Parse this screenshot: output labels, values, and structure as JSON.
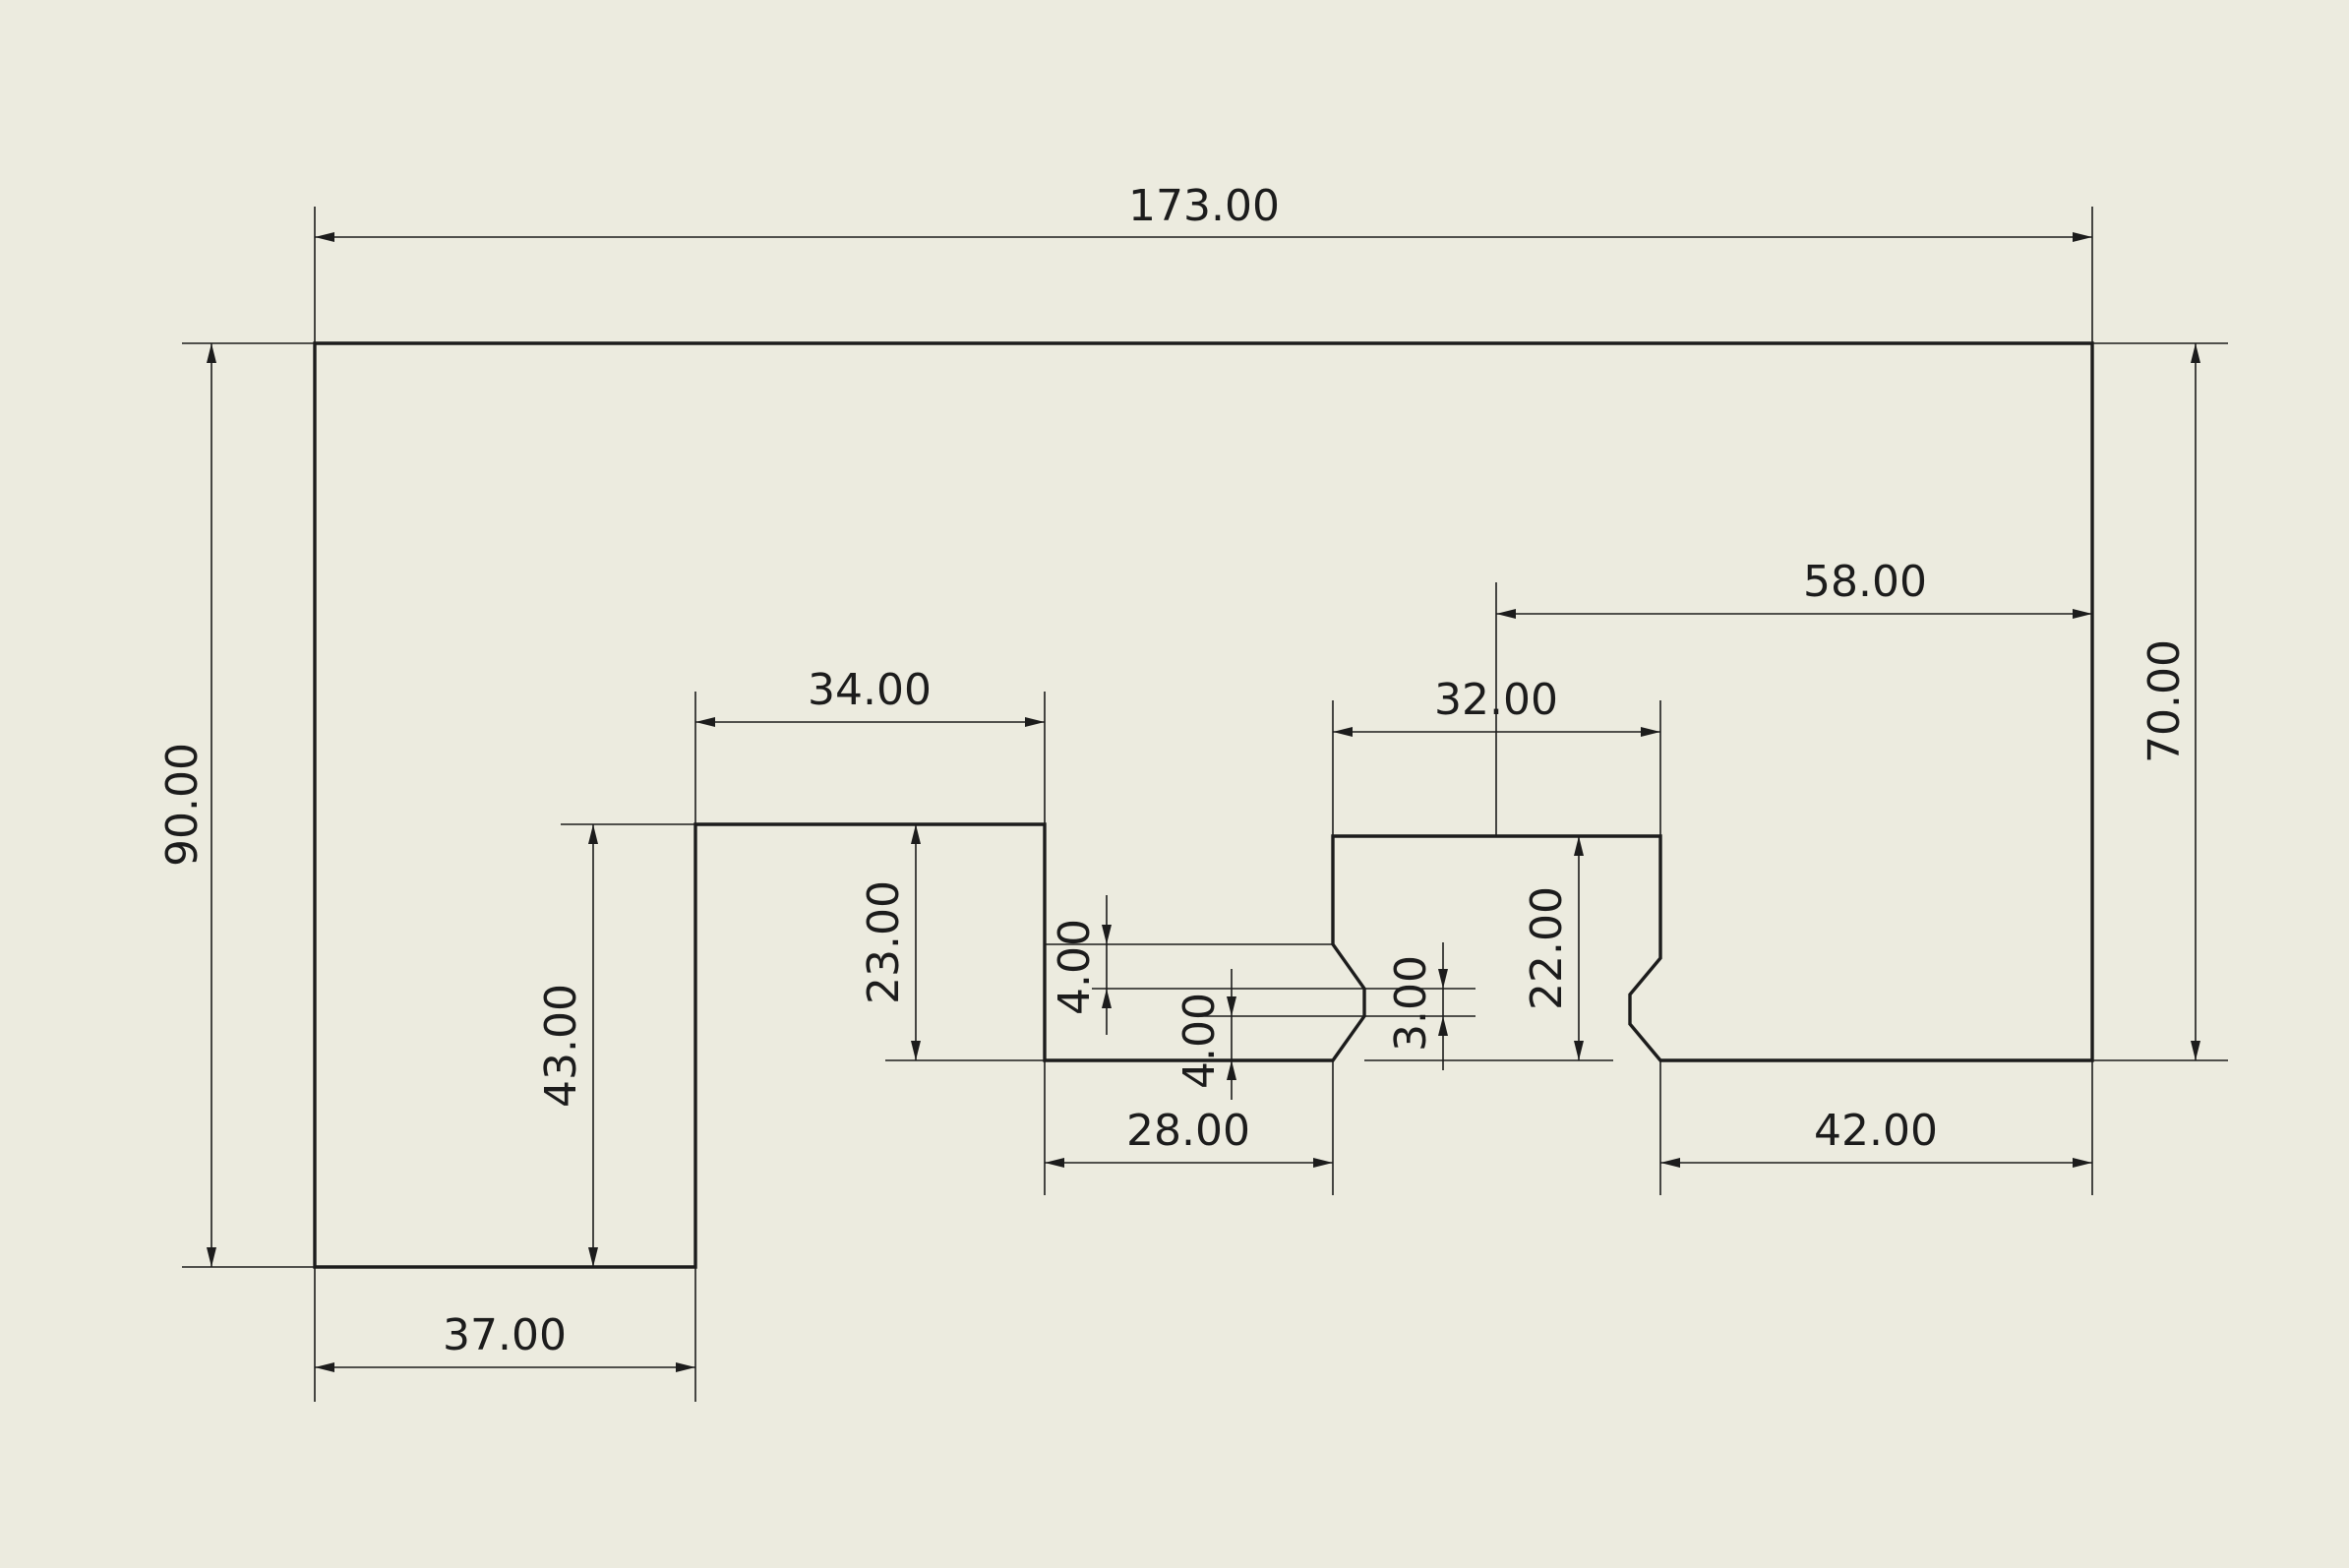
{
  "drawing": {
    "background_color": "#ecebdf",
    "line_color": "#1c1c1c",
    "dimensions": {
      "overall_width": "173.00",
      "overall_height": "90.00",
      "right_height": "70.00",
      "right_offset": "58.00",
      "slot_left_width": "34.00",
      "slot_left_height": "43.00",
      "slot_middle_height": "23.00",
      "tab_width": "32.00",
      "tab_height": "22.00",
      "notch_offset_left": "4.00",
      "notch_depth_left": "4.00",
      "notch_depth_right": "3.00",
      "gap_width": "28.00",
      "right_bottom_width": "42.00",
      "bottom_left_width": "37.00"
    }
  }
}
